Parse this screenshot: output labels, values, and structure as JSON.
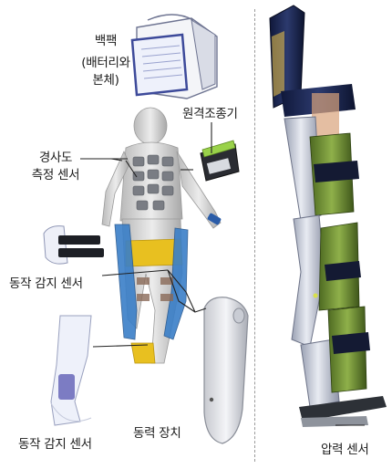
{
  "labels": {
    "backpack": "백팩",
    "backpack_detail_1": "(배터리와",
    "backpack_detail_2": "본체)",
    "remote": "원격조종기",
    "tilt_sensor_1": "경사도",
    "tilt_sensor_2": "측정 센서",
    "motion_sensor_upper": "동작 감지 센서",
    "motion_sensor_lower": "동작 감지 센서",
    "power_unit": "동력 장치",
    "pressure_sensor": "압력 센서"
  },
  "colors": {
    "leader_line": "#222222",
    "divider": "#9a9a9a",
    "backpack_frame": "#5a5f8a",
    "body": "#d8d8d8",
    "leg_actuator_blue": "#3a7fc8",
    "hip_yellow": "#e8c020",
    "exo_navy": "#1e2a55",
    "exo_green": "#7a9a3a",
    "exo_silver": "#c9cdd8"
  }
}
